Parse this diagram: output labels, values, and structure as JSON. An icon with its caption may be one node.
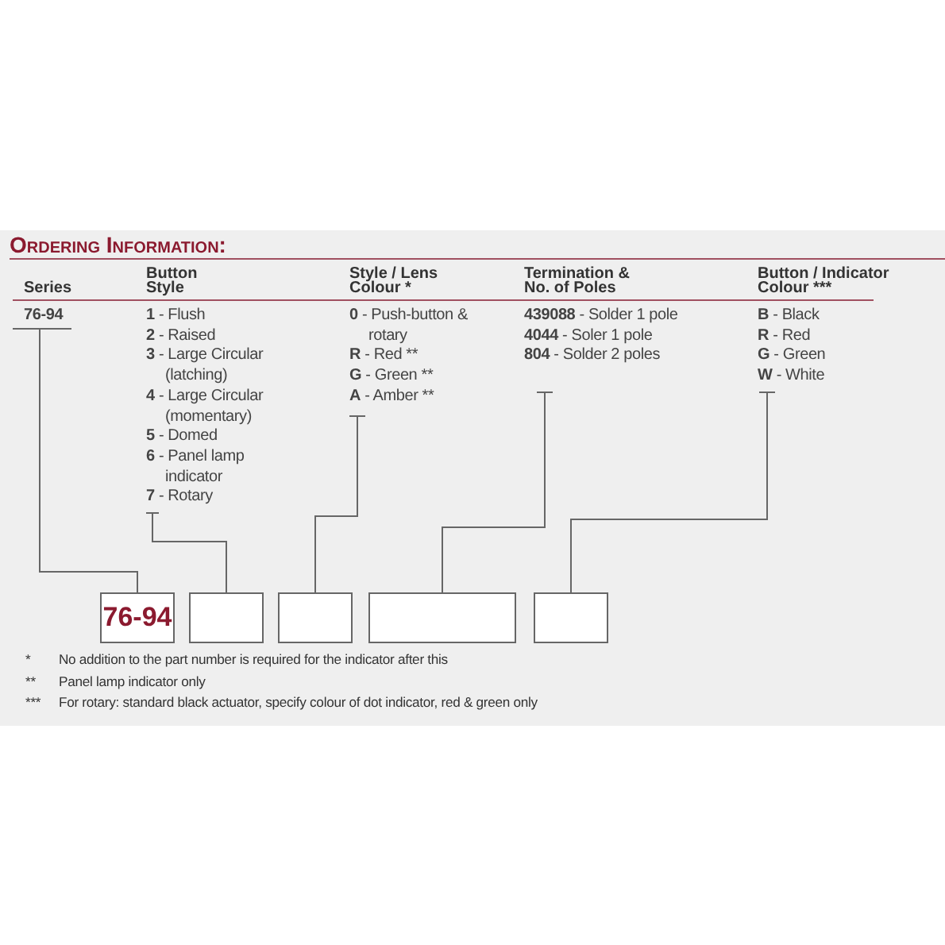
{
  "diagram": {
    "title": "Ordering Information:",
    "nodes": [
      {
        "text": [
          "Series",
          "**76-94**"
        ]
      },
      {
        "text": [
          "Button Style",
          "**1** - Flush",
          "**2** - Raised",
          "**3** - Large Circular (latching)",
          "**4** - Large Circular (momentary)",
          "**5** - Domed",
          "**6** - Panel lamp indicator",
          "**7** - Rotary"
        ]
      },
      {
        "text": [
          "Style / Lens Colour *",
          "**0** - Push-button & rotary",
          "**R** - Red **",
          "**G** - Green **",
          "**A** - Amber **"
        ]
      },
      {
        "text": [
          "Termination & No. of Poles",
          "**439088** - Solder 1 pole",
          "**4044** - Soler 1 pole",
          "**804** - Solder 2 poles"
        ]
      },
      {
        "text": [
          "Button / Indicator Colour ***",
          "**B** - Black",
          "**R** - Red",
          "**G** - Green",
          "**W** - White"
        ]
      },
      {
        "text": [
          "76-94"
        ]
      },
      {
        "text": [],
        "shape": "box"
      },
      {
        "text": [],
        "shape": "box"
      },
      {
        "text": [],
        "shape": "box"
      },
      {
        "text": [],
        "shape": "box"
      }
    ],
    "edges": [
      {
        "from": 0,
        "to": 5,
        "arrow": "none"
      },
      {
        "from": 1,
        "to": 6,
        "arrow": "none"
      },
      {
        "from": 2,
        "to": 7,
        "arrow": "none"
      },
      {
        "from": 3,
        "to": 8,
        "arrow": "none"
      },
      {
        "from": 4,
        "to": 9,
        "arrow": "none"
      }
    ],
    "labels": [
      "*",
      "No addition to the part number is required for the indicator after this",
      "**",
      "Panel lamp indicator only",
      "***",
      "For rotary: standard black actuator, specify colour of dot indicator, red & green only"
    ]
  }
}
